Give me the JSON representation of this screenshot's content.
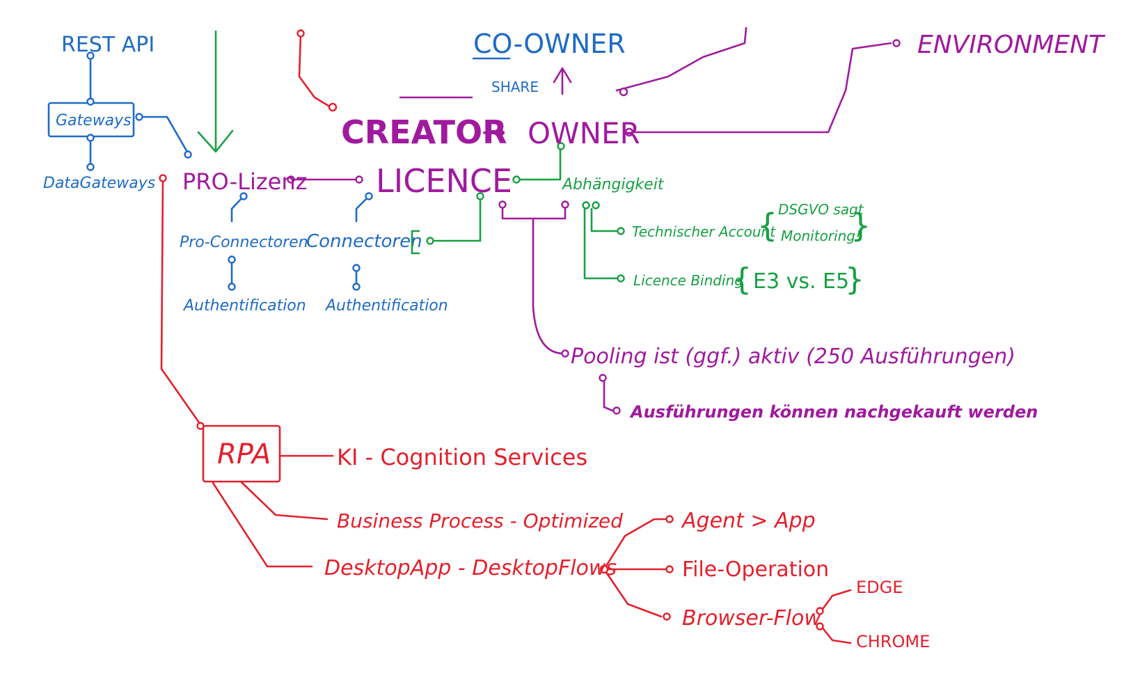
{
  "colors": {
    "blue": "#1e6bc4",
    "green": "#17a043",
    "purple": "#a01a9e",
    "red": "#e3202c"
  },
  "nodes": {
    "rest_api": "REST API",
    "gateways": "Gateways",
    "data_gateways": "DataGateways",
    "pro_lizenz": "PRO-Lizenz",
    "pro_connectoren": "Pro-Connectoren",
    "pro_authentification": "Authentification",
    "connectoren": "Connectoren",
    "authentification": "Authentification",
    "licence": "LICENCE",
    "creator": "CREATOR",
    "arrow": "→",
    "owner": "OWNER",
    "co_owner": "CO-OWNER",
    "share": "SHARE",
    "environment": "ENVIRONMENT",
    "abhaengigkeit": "Abhängigkeit",
    "technischer_account": "Technischer Account",
    "dsgvo": "DSGVO sagt",
    "monitoring": "Monitoring!",
    "licence_binding": "Licence Binding",
    "e3_vs_e5": "E3 vs. E5",
    "pooling": "Pooling ist (ggf.) aktiv (250 Ausführungen)",
    "nachkaufen": "Ausführungen können nachgekauft werden",
    "rpa": "RPA",
    "ki": "KI - Cognition Services",
    "business": "Business Process - Optimized",
    "desktop": "DesktopApp - DesktopFlows",
    "agent": "Agent > App",
    "file_operation": "File-Operation",
    "browser_flow": "Browser-Flow",
    "edge": "EDGE",
    "chrome": "CHROME"
  }
}
